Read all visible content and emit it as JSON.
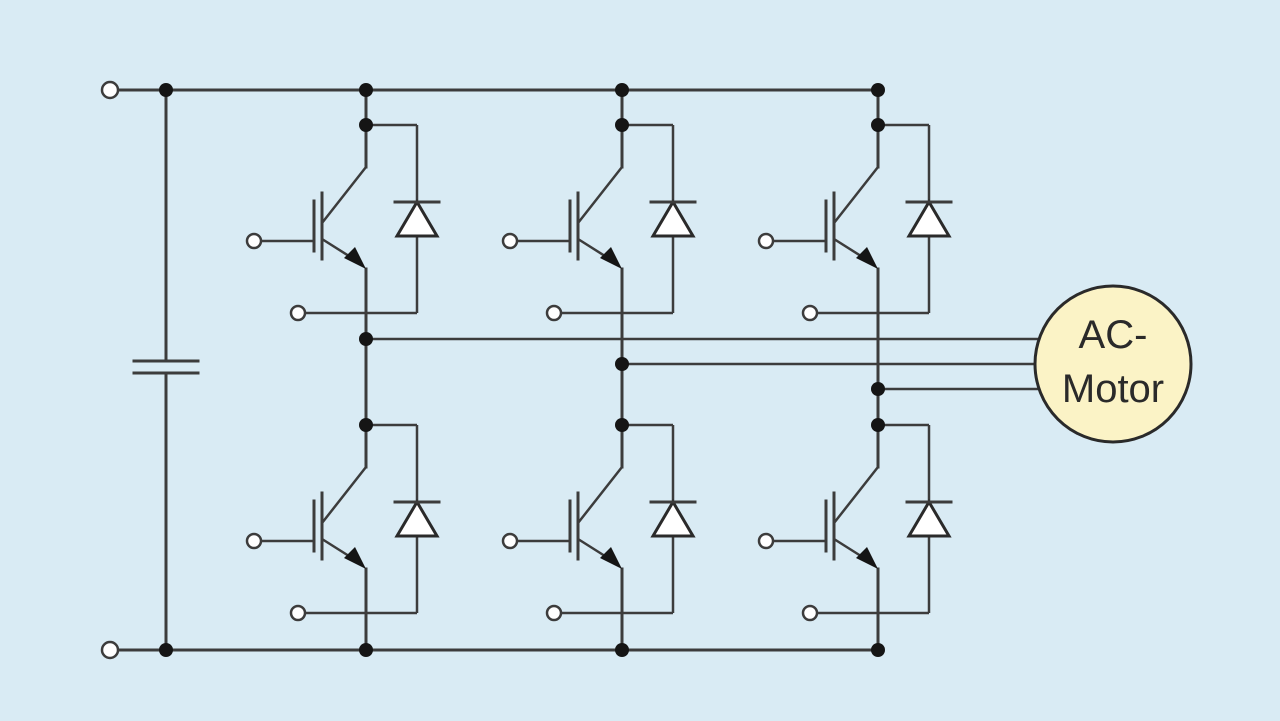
{
  "motor": {
    "line1": "AC-",
    "line2": "Motor"
  },
  "colors": {
    "background": "#d9ebf4",
    "wire": "#3c3c3c",
    "motor_fill": "#fbf3c6"
  },
  "icons": [
    "terminal-icon",
    "junction-dot-icon",
    "igbt-icon",
    "diode-icon",
    "capacitor-icon",
    "motor-icon"
  ],
  "topology": {
    "type": "three-phase-inverter",
    "legs": 3,
    "switches_per_leg": 2,
    "switch": "igbt",
    "freewheel": "diode",
    "dc_link": "capacitor"
  }
}
